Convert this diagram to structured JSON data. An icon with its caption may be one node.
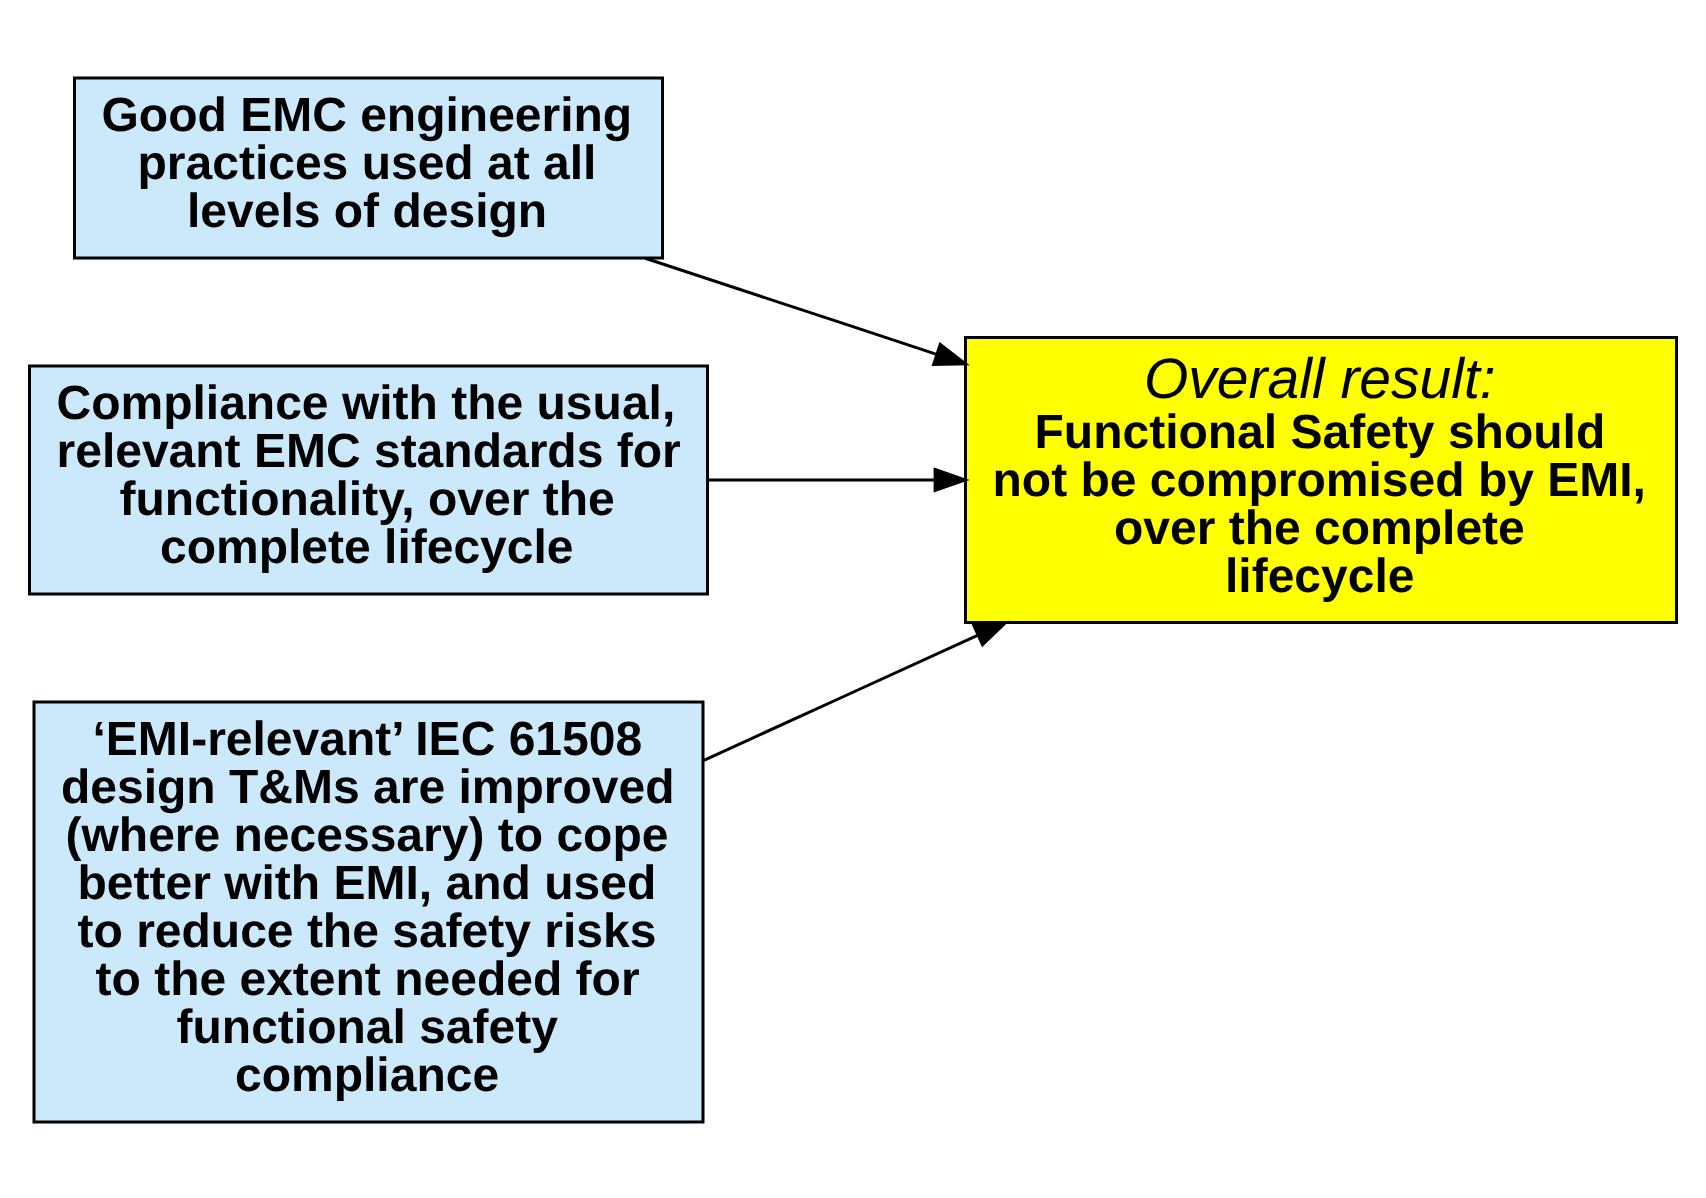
{
  "diagram": {
    "nodes": [
      {
        "text": [
          "Good EMC engineering practices used at all levels of design"
        ]
      },
      {
        "text": [
          "Compliance with the usual, relevant EMC standards for functionality, over the complete lifecycle"
        ]
      },
      {
        "text": [
          "‘EMI-relevant’ IEC 61508 design T&Ms are improved (where necessary) to cope better with EMI, and used to reduce the safety risks to the extent needed for functional safety compliance"
        ]
      },
      {
        "text": [
          "Overall result:",
          "Functional Safety should not be compromised by EMI, over the complete lifecycle"
        ]
      }
    ],
    "edges": [
      {
        "from": 0,
        "to": 3,
        "arrow": "to"
      },
      {
        "from": 1,
        "to": 3,
        "arrow": "to"
      },
      {
        "from": 2,
        "to": 3,
        "arrow": "to"
      }
    ]
  }
}
